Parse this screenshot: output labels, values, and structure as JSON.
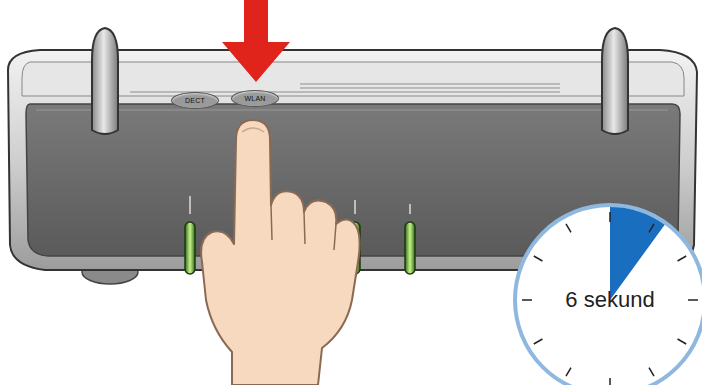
{
  "diagram": {
    "nodes": [
      {
        "text": [
          "DECT"
        ]
      },
      {
        "text": [
          "WLAN"
        ]
      },
      {
        "text": [
          "6 sekund"
        ]
      }
    ]
  }
}
